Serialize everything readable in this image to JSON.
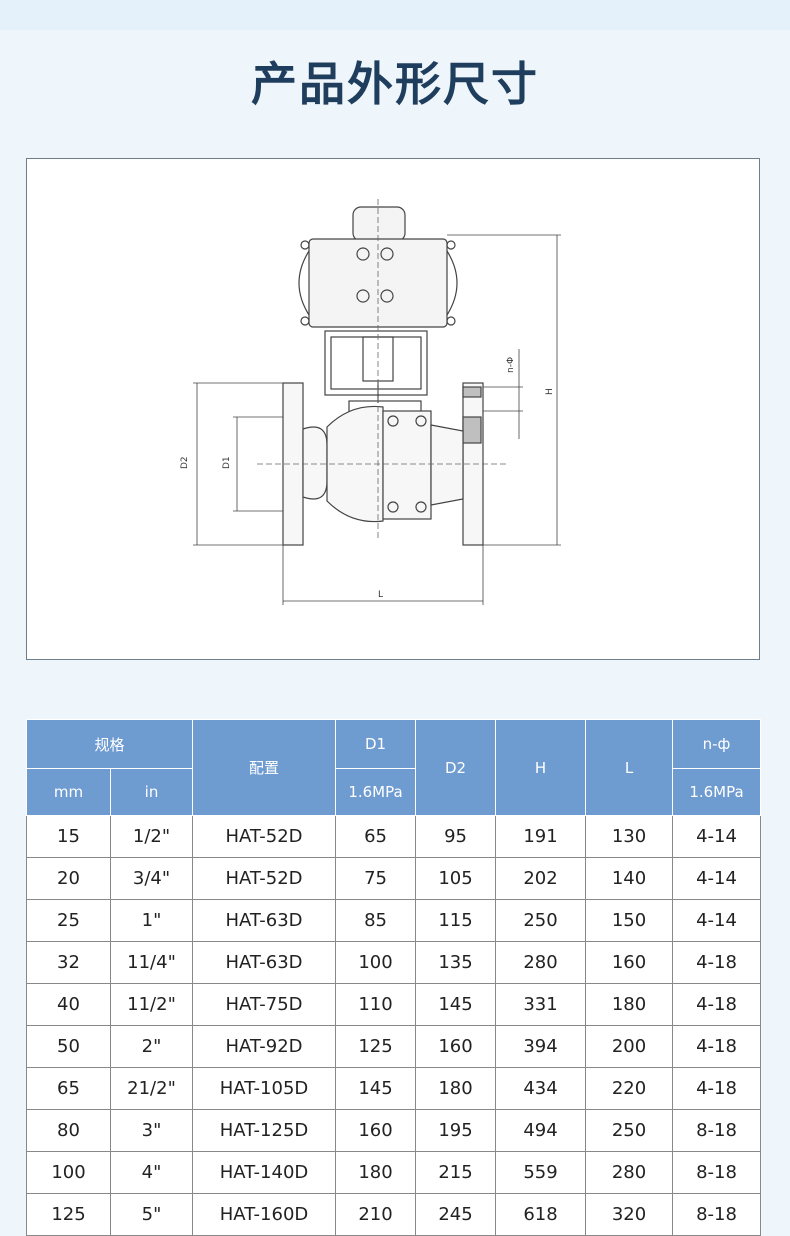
{
  "title": "产品外形尺寸",
  "drawing": {
    "labels": {
      "d2": "D2",
      "d1": "D1",
      "h": "H",
      "l": "L",
      "n_phi": "n-Φ"
    }
  },
  "table": {
    "header": {
      "spec": "规格",
      "mm": "mm",
      "in": "in",
      "config": "配置",
      "d1": "D1",
      "d1_sub": "1.6MPa",
      "d2": "D2",
      "h": "H",
      "l": "L",
      "nphi": "n-ф",
      "nphi_sub": "1.6MPa"
    },
    "rows": [
      {
        "mm": "15",
        "in": "1/2\"",
        "config": "HAT-52D",
        "d1": "65",
        "d2": "95",
        "h": "191",
        "l": "130",
        "nphi": "4-14"
      },
      {
        "mm": "20",
        "in": "3/4\"",
        "config": "HAT-52D",
        "d1": "75",
        "d2": "105",
        "h": "202",
        "l": "140",
        "nphi": "4-14"
      },
      {
        "mm": "25",
        "in": "1\"",
        "config": "HAT-63D",
        "d1": "85",
        "d2": "115",
        "h": "250",
        "l": "150",
        "nphi": "4-14"
      },
      {
        "mm": "32",
        "in": "11/4\"",
        "config": "HAT-63D",
        "d1": "100",
        "d2": "135",
        "h": "280",
        "l": "160",
        "nphi": "4-18"
      },
      {
        "mm": "40",
        "in": "11/2\"",
        "config": "HAT-75D",
        "d1": "110",
        "d2": "145",
        "h": "331",
        "l": "180",
        "nphi": "4-18"
      },
      {
        "mm": "50",
        "in": "2\"",
        "config": "HAT-92D",
        "d1": "125",
        "d2": "160",
        "h": "394",
        "l": "200",
        "nphi": "4-18"
      },
      {
        "mm": "65",
        "in": "21/2\"",
        "config": "HAT-105D",
        "d1": "145",
        "d2": "180",
        "h": "434",
        "l": "220",
        "nphi": "4-18"
      },
      {
        "mm": "80",
        "in": "3\"",
        "config": "HAT-125D",
        "d1": "160",
        "d2": "195",
        "h": "494",
        "l": "250",
        "nphi": "8-18"
      },
      {
        "mm": "100",
        "in": "4\"",
        "config": "HAT-140D",
        "d1": "180",
        "d2": "215",
        "h": "559",
        "l": "280",
        "nphi": "8-18"
      },
      {
        "mm": "125",
        "in": "5\"",
        "config": "HAT-160D",
        "d1": "210",
        "d2": "245",
        "h": "618",
        "l": "320",
        "nphi": "8-18"
      }
    ]
  }
}
